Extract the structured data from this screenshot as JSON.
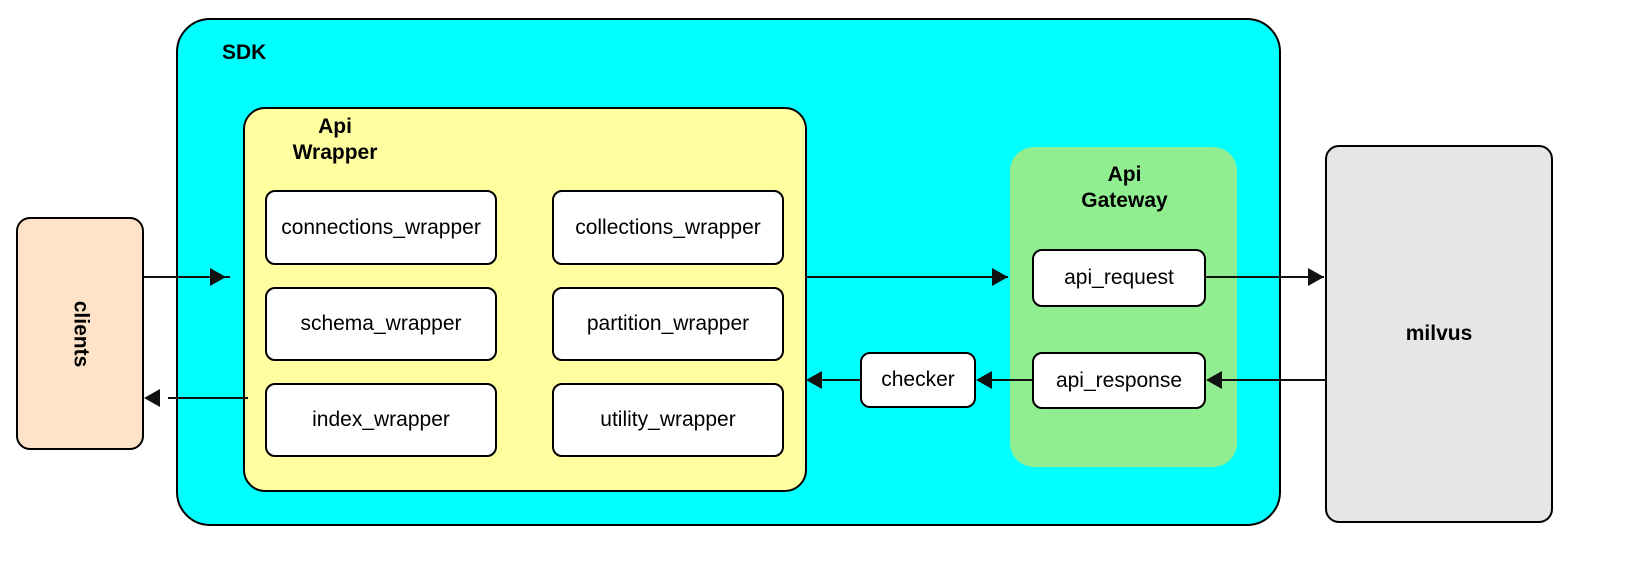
{
  "diagram": {
    "title_text_present": false,
    "background": "#ffffff"
  },
  "actors": {
    "clients": {
      "label": "clients",
      "color": "#ffe3c9"
    },
    "milvus": {
      "label": "milvus",
      "color": "#e6e6e6"
    }
  },
  "sdk": {
    "label": "SDK",
    "color": "#00ffff",
    "api_wrapper": {
      "label": "Api\nWrapper",
      "color": "#ffffa0",
      "modules": [
        {
          "label": "connections_wrapper"
        },
        {
          "label": "collections_wrapper"
        },
        {
          "label": "schema_wrapper"
        },
        {
          "label": "partition_wrapper"
        },
        {
          "label": "index_wrapper"
        },
        {
          "label": "utility_wrapper"
        }
      ]
    },
    "checker": {
      "label": "checker"
    },
    "api_gateway": {
      "label": "Api\nGateway",
      "color": "#90ee90",
      "modules": [
        {
          "label": "api_request"
        },
        {
          "label": "api_response"
        }
      ]
    }
  },
  "edges": [
    {
      "name": "clients-to-api-wrapper",
      "direction": "right"
    },
    {
      "name": "api-wrapper-to-api-gateway",
      "direction": "right"
    },
    {
      "name": "api-request-to-milvus",
      "direction": "right"
    },
    {
      "name": "milvus-to-api-response",
      "direction": "left"
    },
    {
      "name": "api-response-to-checker",
      "direction": "left"
    },
    {
      "name": "checker-to-api-wrapper",
      "direction": "left"
    },
    {
      "name": "api-wrapper-to-clients",
      "direction": "left"
    }
  ]
}
